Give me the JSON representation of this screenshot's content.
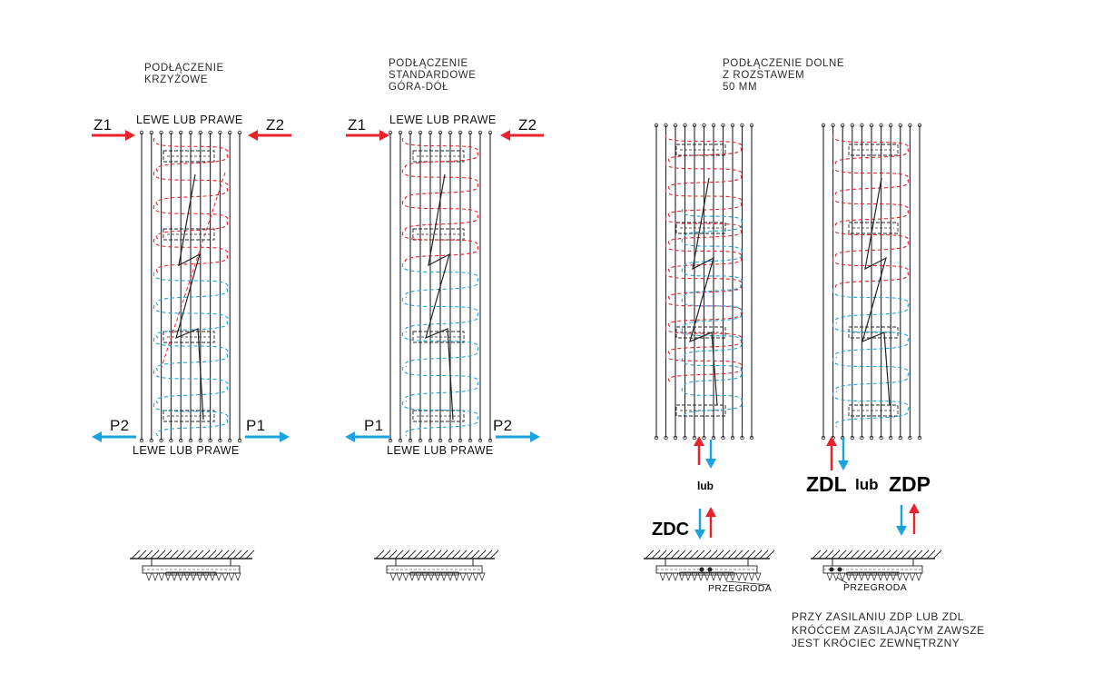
{
  "colors": {
    "supply": "#e8232d",
    "return": "#1aa3e0",
    "line": "#222222"
  },
  "panels": [
    {
      "title": "PODŁĄCZENIE\nKRZYŻOWE",
      "top_label": "LEWE LUB PRAWE",
      "bottom_label": "LEWE LUB PRAWE",
      "left_top": "Z1",
      "right_top": "Z2",
      "left_bottom": "P2",
      "right_bottom": "P1"
    },
    {
      "title": "PODŁĄCZENIE\nSTANDARDOWE\nGÓRA-DÓŁ",
      "top_label": "LEWE LUB PRAWE",
      "bottom_label": "LEWE LUB PRAWE",
      "left_top": "Z1",
      "right_top": "Z2",
      "left_bottom": "P1",
      "right_bottom": "P2"
    }
  ],
  "bottom_connection": {
    "title": "PODŁĄCZENIE DOLNE\nZ ROZSTAWEM\n50 MM",
    "lub_small": "lub",
    "zdc": "ZDC",
    "zdl": "ZDL",
    "lub_mid": "lub",
    "zdp": "ZDP",
    "partition_a": "PRZEGRODA",
    "partition_b": "PRZEGRODA",
    "note": "PRZY ZASILANIU ZDP LUB ZDL\nKRÓĆCEM ZASILAJĄCYM ZAWSZE\nJEST KRÓCIEC ZEWNĘTRZNY"
  }
}
